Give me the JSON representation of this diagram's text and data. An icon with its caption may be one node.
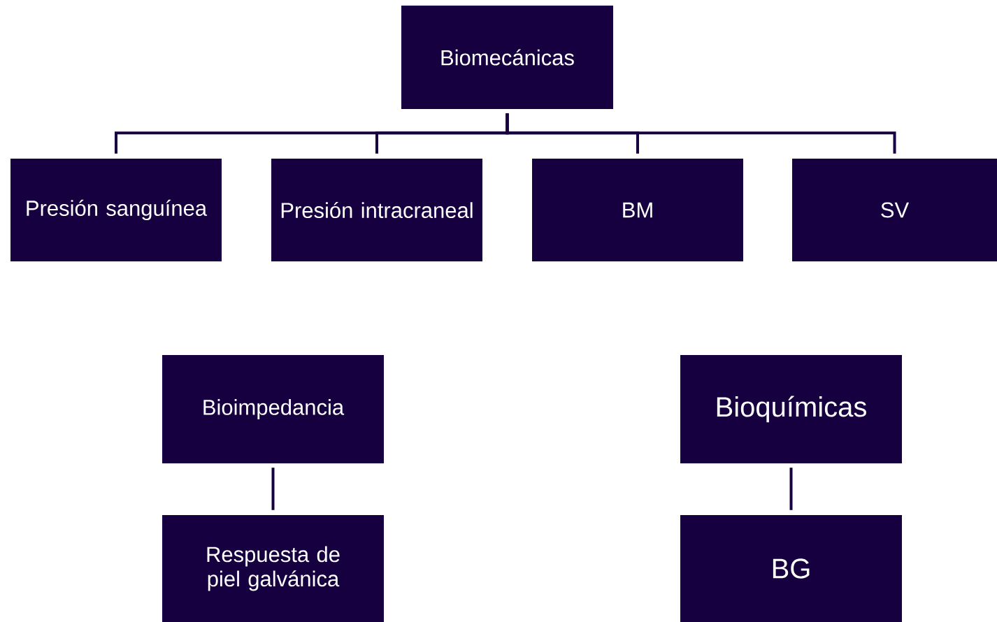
{
  "diagram": {
    "nodes": [
      {
        "text": [
          "Biomecánicas"
        ]
      },
      {
        "text": [
          "Presión sanguínea"
        ]
      },
      {
        "text": [
          "Presión intracraneal"
        ]
      },
      {
        "text": [
          "BM"
        ]
      },
      {
        "text": [
          "SV"
        ]
      },
      {
        "text": [
          "Bioimpedancia"
        ]
      },
      {
        "text": [
          "Respuesta de piel galvánica"
        ]
      },
      {
        "text": [
          "Bioquímicas"
        ]
      },
      {
        "text": [
          "BG"
        ]
      }
    ],
    "edges": [
      {
        "from": 0,
        "to": 1,
        "arrow": "none"
      },
      {
        "from": 0,
        "to": 2,
        "arrow": "none"
      },
      {
        "from": 0,
        "to": 3,
        "arrow": "none"
      },
      {
        "from": 0,
        "to": 4,
        "arrow": "none"
      },
      {
        "from": 5,
        "to": 6,
        "arrow": "none"
      },
      {
        "from": 7,
        "to": 8,
        "arrow": "none"
      }
    ]
  }
}
